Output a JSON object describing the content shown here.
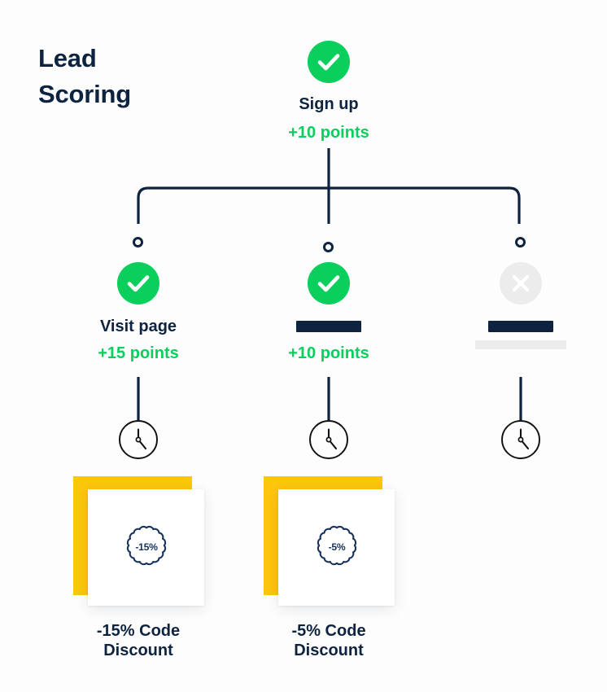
{
  "page": {
    "background_color": "#fdfdfd",
    "title_lines": [
      "Lead",
      "Scoring"
    ],
    "title_color": "#0d2340"
  },
  "colors": {
    "navy": "#0d2340",
    "green": "#0ACF5C",
    "yellow": "#FCC60B",
    "grey": "#ececec",
    "white": "#ffffff"
  },
  "root_node": {
    "icon": "check-circle-icon",
    "status": "complete",
    "label": "Sign up",
    "points": "+10 points"
  },
  "branches": [
    {
      "id": "visit-page",
      "dot": "branch-dot-icon",
      "icon": "check-circle-icon",
      "status": "complete",
      "label": "Visit page",
      "label_hidden": false,
      "points": "+15 points",
      "points_hidden": false,
      "timer_icon": "clock-icon",
      "card": {
        "badge_text": "-15%",
        "badge_icon": "discount-badge-icon",
        "caption_lines": [
          "-15% Code",
          "Discount"
        ]
      }
    },
    {
      "id": "middle-branch",
      "dot": "branch-dot-icon",
      "icon": "check-circle-icon",
      "status": "complete",
      "label": "",
      "label_hidden": true,
      "points": "+10 points",
      "points_hidden": false,
      "timer_icon": "clock-icon",
      "card": {
        "badge_text": "-5%",
        "badge_icon": "discount-badge-icon",
        "caption_lines": [
          "-5% Code",
          "Discount"
        ]
      }
    },
    {
      "id": "right-branch",
      "dot": "branch-dot-icon",
      "icon": "x-circle-icon",
      "status": "incomplete",
      "label": "",
      "label_hidden": true,
      "points": "",
      "points_hidden": true,
      "timer_icon": "clock-icon",
      "card": null
    }
  ]
}
